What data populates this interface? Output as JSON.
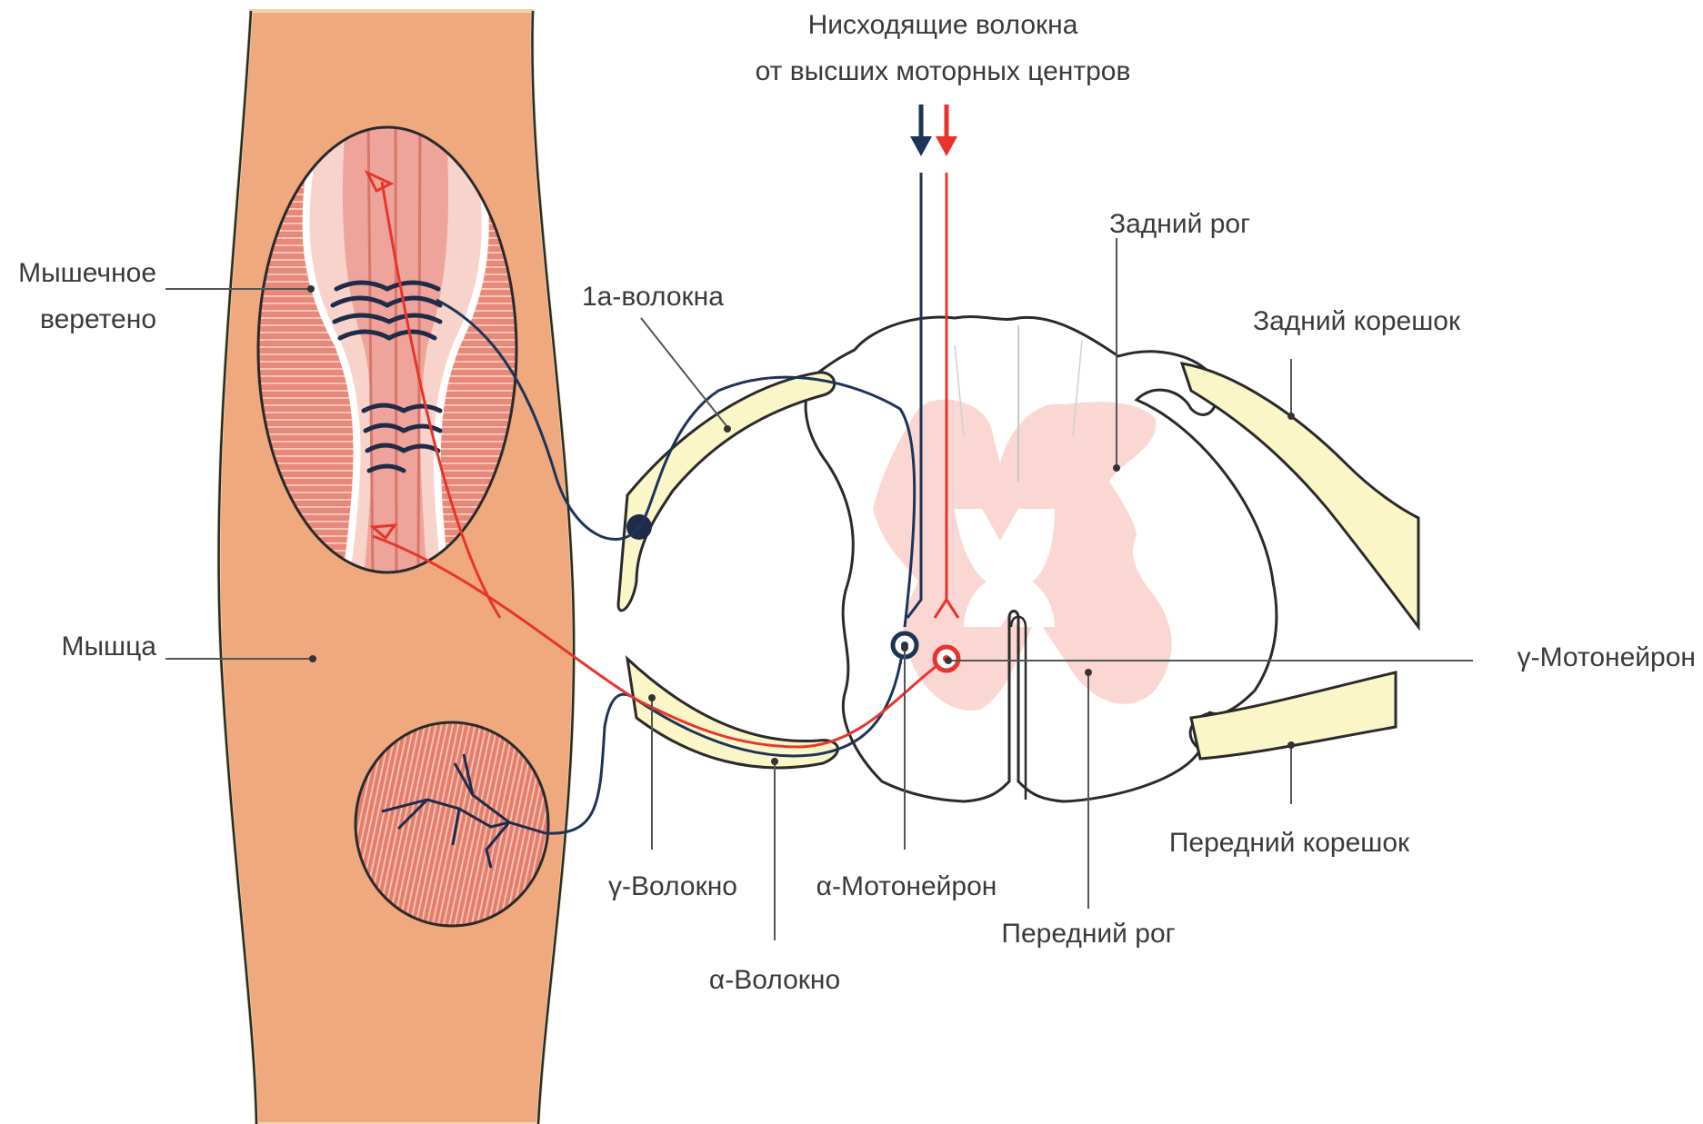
{
  "labels": {
    "descending_line1": "Нисходящие волокна",
    "descending_line2": "от высших моторных центров",
    "posterior_horn": "Задний рог",
    "fibers_1a": "1а-волокна",
    "posterior_root": "Задний корешок",
    "muscle_spindle_line1": "Мышечное",
    "muscle_spindle_line2": "веретено",
    "muscle": "Мышца",
    "gamma_motoneuron": "γ-Мотонейрон",
    "gamma_fiber": "γ-Волокно",
    "alpha_motoneuron": "α-Мотонейрон",
    "anterior_horn": "Передний рог",
    "anterior_root": "Передний корешок",
    "alpha_fiber": "α-Волокно"
  },
  "colors": {
    "muscle": "#f0a97f",
    "muscle_fiber": "#e77f6e",
    "spindle": "#f5c0b5",
    "root_yellow": "#fbf6c8",
    "gray_matter": "#fad7d3",
    "blue_fiber": "#1e3457",
    "red_fiber": "#e8342c",
    "outline": "#2a2a2a"
  }
}
